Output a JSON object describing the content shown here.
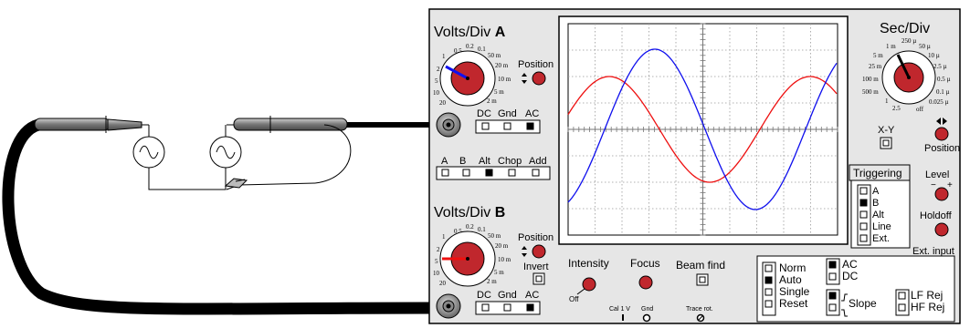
{
  "scope": {
    "channel_a": {
      "title": "Volts/Div",
      "letter": "A",
      "position_label": "Position",
      "dial_labels": [
        "0.5",
        "0.2",
        "0.1",
        "50 m",
        "20 m",
        "10 m",
        "5 m",
        "2 m",
        "1",
        "2",
        "5",
        "10",
        "20"
      ]
    },
    "channel_b": {
      "title": "Volts/Div",
      "letter": "B",
      "position_label": "Position",
      "invert_label": "Invert",
      "dial_labels": [
        "0.5",
        "0.2",
        "0.1",
        "50 m",
        "20 m",
        "10 m",
        "5 m",
        "2 m",
        "1",
        "2",
        "5",
        "10",
        "20"
      ]
    },
    "coupling_a": [
      "DC",
      "Gnd",
      "AC"
    ],
    "coupling_b": [
      "DC",
      "Gnd",
      "AC"
    ],
    "mode_buttons": [
      "A",
      "B",
      "Alt",
      "Chop",
      "Add"
    ],
    "timebase": {
      "title": "Sec/Div",
      "dial_labels": [
        "250 µ",
        "1 m",
        "50 µ",
        "5 m",
        "10 µ",
        "25 m",
        "2.5 µ",
        "100 m",
        "0.5 µ",
        "500 m",
        "0.1 µ",
        "1",
        "0.025 µ",
        "2.5",
        "off"
      ]
    },
    "xy_label": "X-Y",
    "position_label": "Position",
    "triggering": {
      "title": "Triggering",
      "sources": [
        "A",
        "B",
        "Alt",
        "Line",
        "Ext."
      ],
      "level_label": "Level",
      "minus": "−",
      "plus": "+",
      "holdoff_label": "Holdoff",
      "ext_input_label": "Ext. input"
    },
    "bottom": {
      "intensity": "Intensity",
      "off": "Off",
      "focus": "Focus",
      "beam_find": "Beam find",
      "cal": "Cal 1 V",
      "gnd": "Gnd",
      "trace_rot": "Trace rot."
    },
    "sweep_modes": [
      "Norm",
      "Auto",
      "Single",
      "Reset"
    ],
    "trigger_coupling": [
      "AC",
      "DC"
    ],
    "slope_label": "Slope",
    "filters": [
      "LF Rej",
      "HF Rej"
    ]
  },
  "colors": {
    "knob": "#c0272d",
    "channel_a_trace": "#1010ee",
    "channel_b_trace": "#ee1010",
    "cable": "#000000"
  }
}
